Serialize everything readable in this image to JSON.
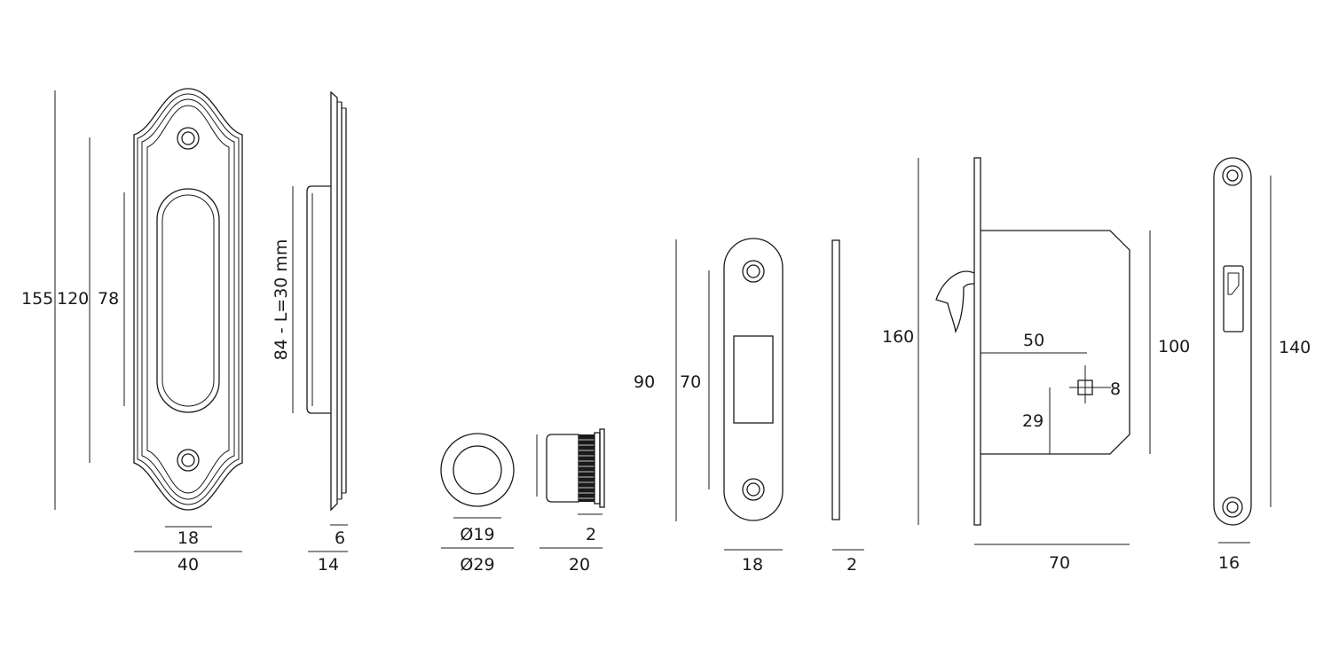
{
  "labels": {
    "plate_height_overall": "155",
    "plate_height_holes": "120",
    "plate_recess_height": "78",
    "plate_recess_width": "18",
    "plate_width": "40",
    "plate_side_inner": "6",
    "plate_side_thickness": "14",
    "plate_side_length": "84 - L=30 mm",
    "knob_inner_dia": "Ø19",
    "knob_outer_dia": "Ø29",
    "knob_flange": "2",
    "knob_depth": "20",
    "strike_height": "90",
    "strike_holes": "70",
    "strike_width": "18",
    "strike_thickness": "2",
    "lock_height": "160",
    "lock_backset": "50",
    "lock_square": "8",
    "lock_spindle_offset": "29",
    "lock_body_height": "100",
    "lock_depth": "70",
    "faceplate_height": "140",
    "faceplate_width": "16"
  }
}
